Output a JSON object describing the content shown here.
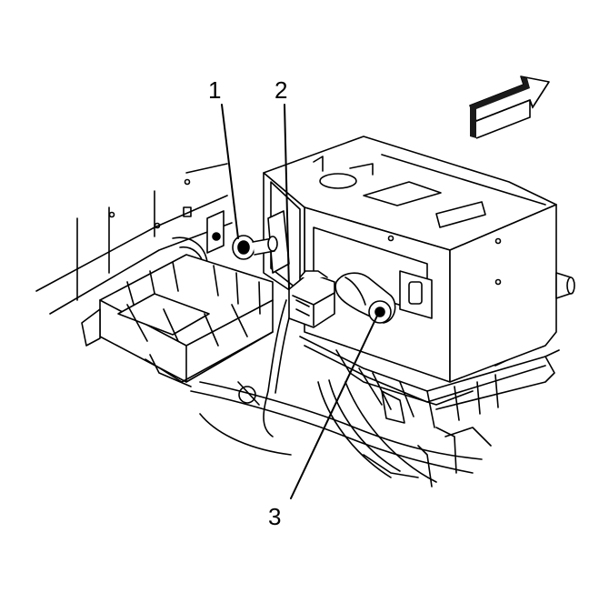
{
  "figure": {
    "callouts": [
      {
        "label": "1"
      },
      {
        "label": "2"
      },
      {
        "label": "3"
      }
    ],
    "direction_indicator": "front-arrow-icon",
    "colors": {
      "line": "#000000",
      "fill": "#ffffff",
      "arrow_fill": "#1a1a1a"
    }
  }
}
